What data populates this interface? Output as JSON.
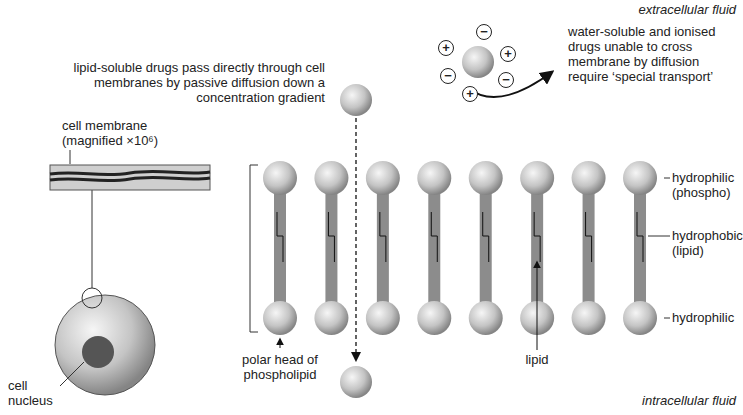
{
  "diagram": {
    "labels": [
      "extracellular fluid",
      "water-soluble and ionised drugs unable to cross membrane by diffusion require ‘special transport’",
      "lipid-soluble drugs pass directly through cell membranes by passive diffusion down a concentration gradient",
      "cell membrane (magnified ×10⁶)",
      "hydrophilic (phospho)",
      "hydrophobic (lipid)",
      "hydrophilic",
      "polar head of phospholipid",
      "lipid",
      "intracellular fluid",
      "cell nucleus",
      "+",
      "−",
      "+",
      "−",
      "−",
      "+"
    ]
  }
}
